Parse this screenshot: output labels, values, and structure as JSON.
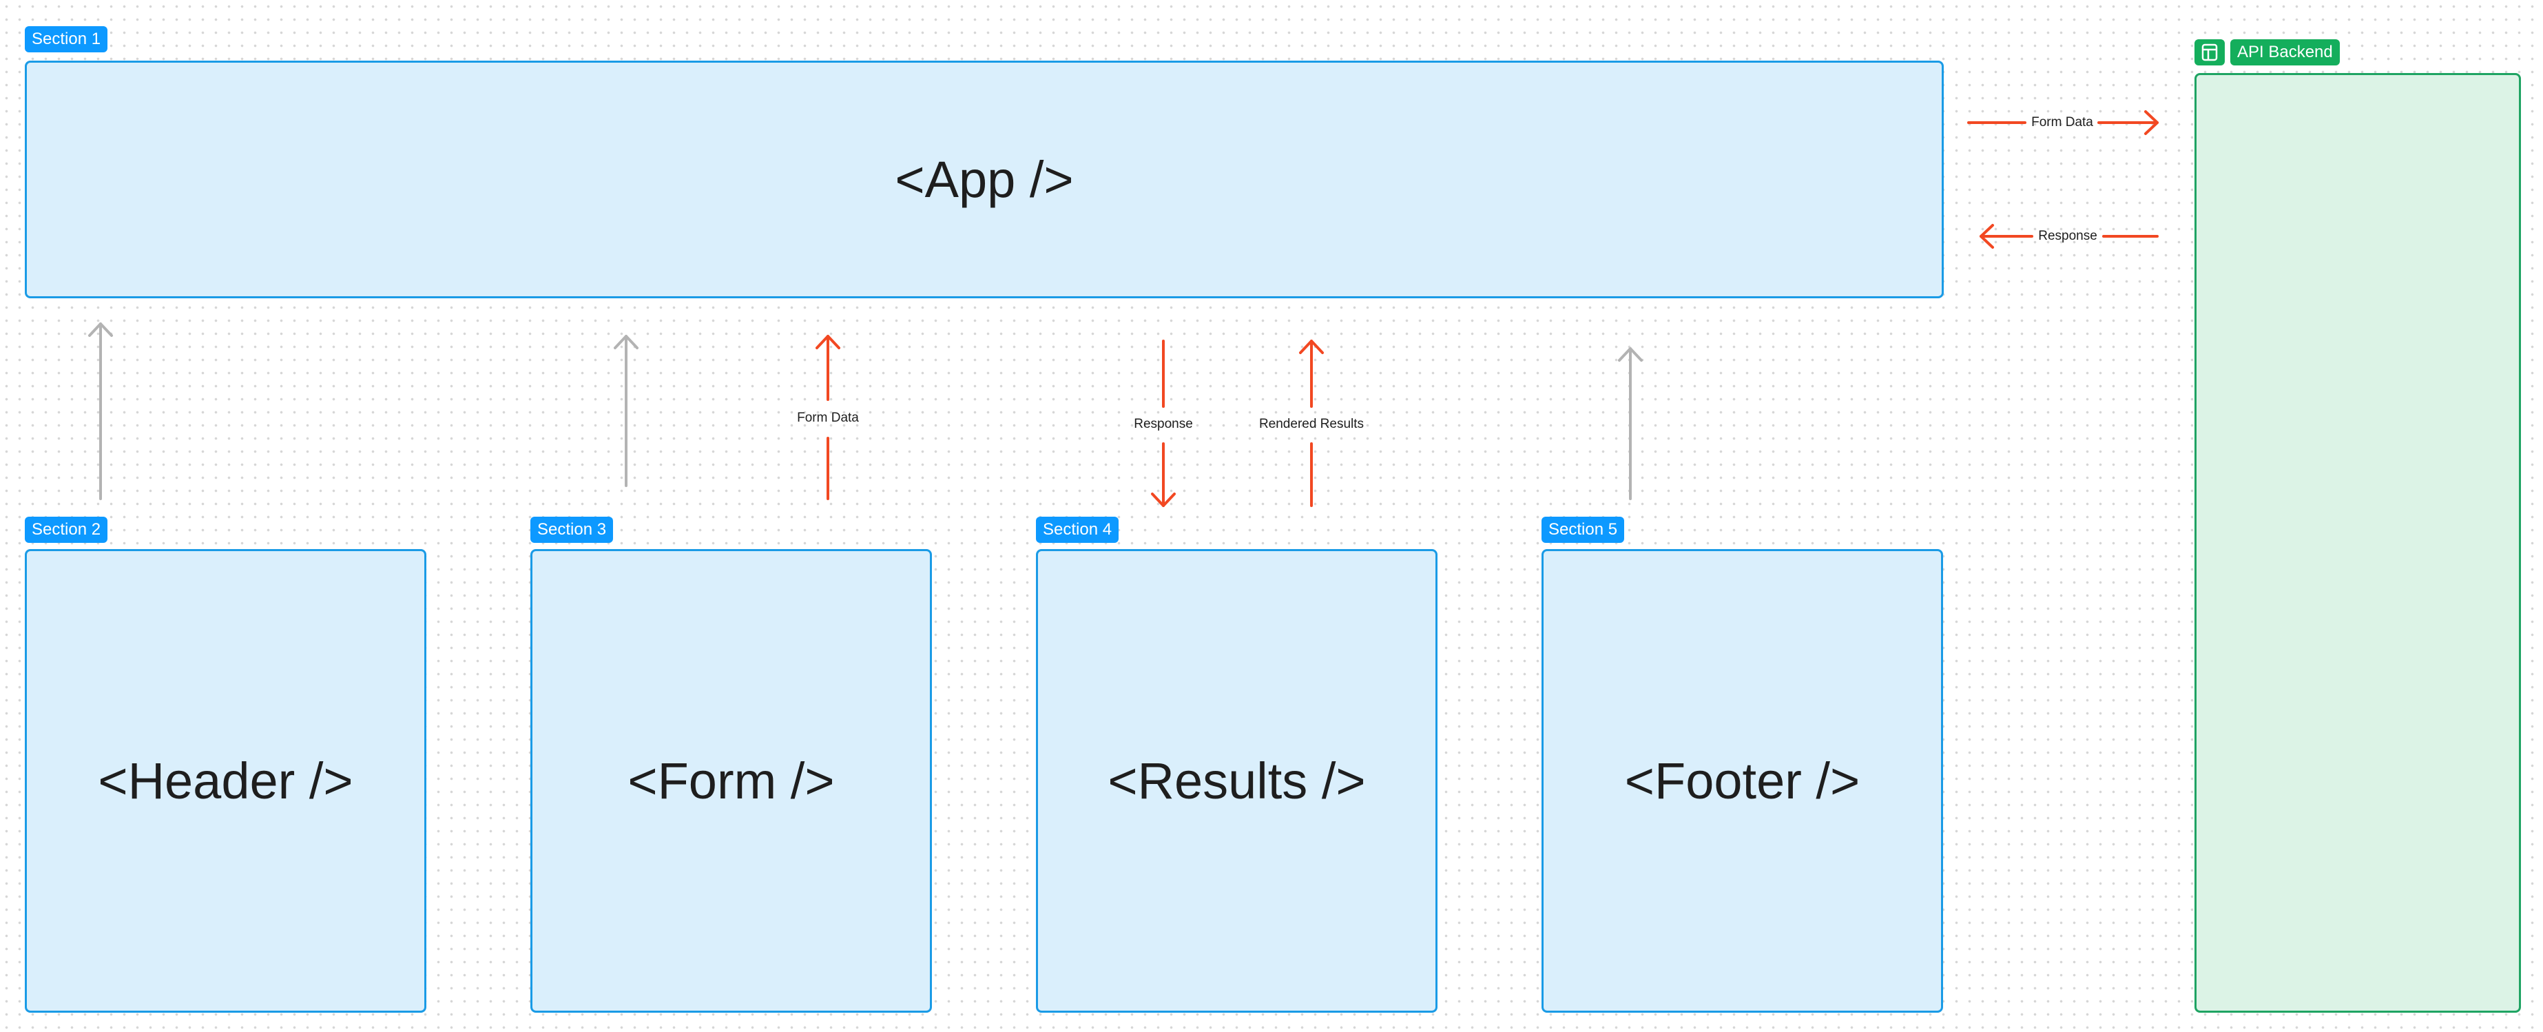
{
  "sections": {
    "s1": "Section 1",
    "s2": "Section 2",
    "s3": "Section 3",
    "s4": "Section 4",
    "s5": "Section 5"
  },
  "backend": {
    "label": "API Backend",
    "icon": "layout-icon"
  },
  "components": {
    "app": "<App />",
    "header": "<Header />",
    "form": "<Form />",
    "results": "<Results />",
    "footer": "<Footer />"
  },
  "edges": {
    "app_to_api": "Form Data",
    "api_to_app": "Response",
    "form_to_app": "Form Data",
    "app_to_results": "Response",
    "results_to_app": "Rendered Results"
  },
  "colors": {
    "component_fill": "#daeffc",
    "component_border": "#1a9be6",
    "backend_fill": "#dcf3e6",
    "backend_border": "#1fa463",
    "data_arrow": "#f24822",
    "neutral_arrow": "#b3b3b3"
  }
}
